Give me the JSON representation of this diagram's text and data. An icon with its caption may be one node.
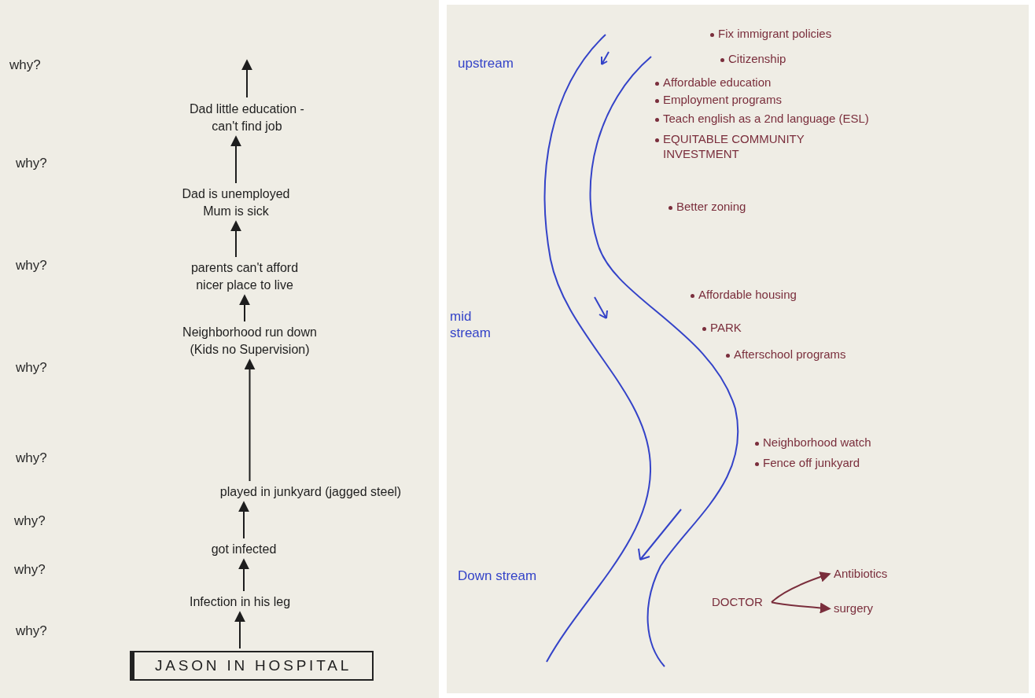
{
  "diagram": {
    "nodes": [
      {
        "text": [
          "Dad little education - can't find job"
        ]
      },
      {
        "text": [
          "Dad is unemployed Mum is sick"
        ]
      },
      {
        "text": [
          "parents can't afford nicer place to live"
        ]
      },
      {
        "text": [
          "Neighborhood run down (Kids no Supervision)"
        ]
      },
      {
        "text": [
          "played in junkyard (jagged steel)"
        ]
      },
      {
        "text": [
          "got infected"
        ]
      },
      {
        "text": [
          "Infection in his leg"
        ]
      },
      {
        "text": [
          "JASON IN HOSPITAL"
        ]
      },
      {
        "text": [
          "DOCTOR"
        ]
      },
      {
        "text": [
          "Antibiotics"
        ]
      },
      {
        "text": [
          "surgery"
        ]
      }
    ],
    "edges": [
      {
        "from": 0,
        "to": null,
        "arrow": "to"
      },
      {
        "from": 1,
        "to": 0,
        "arrow": "to"
      },
      {
        "from": 2,
        "to": 1,
        "arrow": "to"
      },
      {
        "from": 3,
        "to": 2,
        "arrow": "to"
      },
      {
        "from": 4,
        "to": 3,
        "arrow": "to"
      },
      {
        "from": 5,
        "to": 4,
        "arrow": "to"
      },
      {
        "from": 6,
        "to": 5,
        "arrow": "to"
      },
      {
        "from": 7,
        "to": 6,
        "arrow": "to"
      },
      {
        "from": 8,
        "to": 9,
        "arrow": "to",
        "color": "#7a2e3c"
      },
      {
        "from": 8,
        "to": 10,
        "arrow": "to",
        "color": "#7a2e3c"
      }
    ],
    "labels": [
      "why?",
      "why?",
      "why?",
      "why?",
      "why?",
      "why?",
      "why?",
      "why?",
      "upstream",
      "Fix immigrant policies",
      "Citizenship",
      "Affordable education",
      "Employment programs",
      "Teach english as a 2nd language (ESL)",
      "EQUITABLE COMMUNITY INVESTMENT",
      "Better zoning",
      "mid stream",
      "Affordable housing",
      "PARK",
      "Afterschool programs",
      "Neighborhood watch",
      "Fence off junkyard",
      "Down stream"
    ]
  }
}
